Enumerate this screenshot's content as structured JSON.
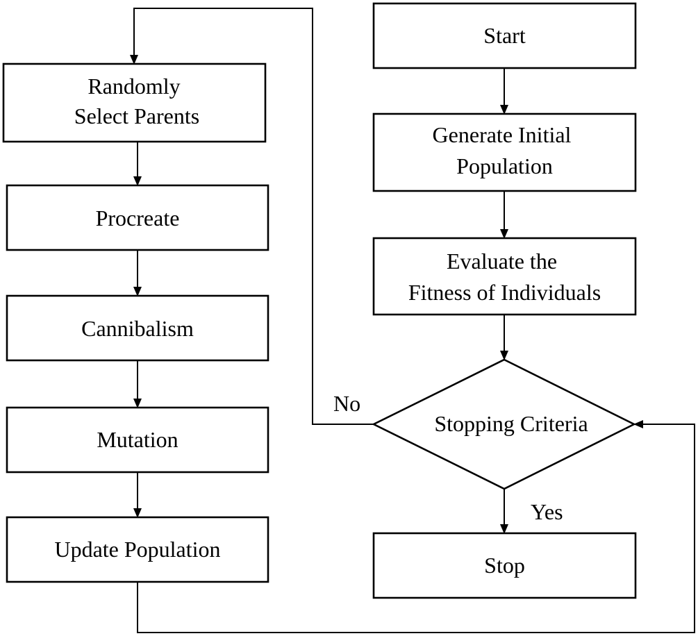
{
  "nodes": {
    "start": {
      "lines": [
        "Start"
      ]
    },
    "generate": {
      "lines": [
        "Generate Initial",
        "Population"
      ]
    },
    "evaluate": {
      "lines": [
        "Evaluate the",
        "Fitness of Individuals"
      ]
    },
    "criteria": {
      "lines": [
        "Stopping Criteria"
      ]
    },
    "stop": {
      "lines": [
        "Stop"
      ]
    },
    "select": {
      "lines": [
        "Randomly",
        "Select Parents"
      ]
    },
    "procreate": {
      "lines": [
        "Procreate"
      ]
    },
    "cannibalism": {
      "lines": [
        "Cannibalism"
      ]
    },
    "mutation": {
      "lines": [
        "Mutation"
      ]
    },
    "update": {
      "lines": [
        "Update Population"
      ]
    }
  },
  "edge_labels": {
    "no": "No",
    "yes": "Yes"
  }
}
